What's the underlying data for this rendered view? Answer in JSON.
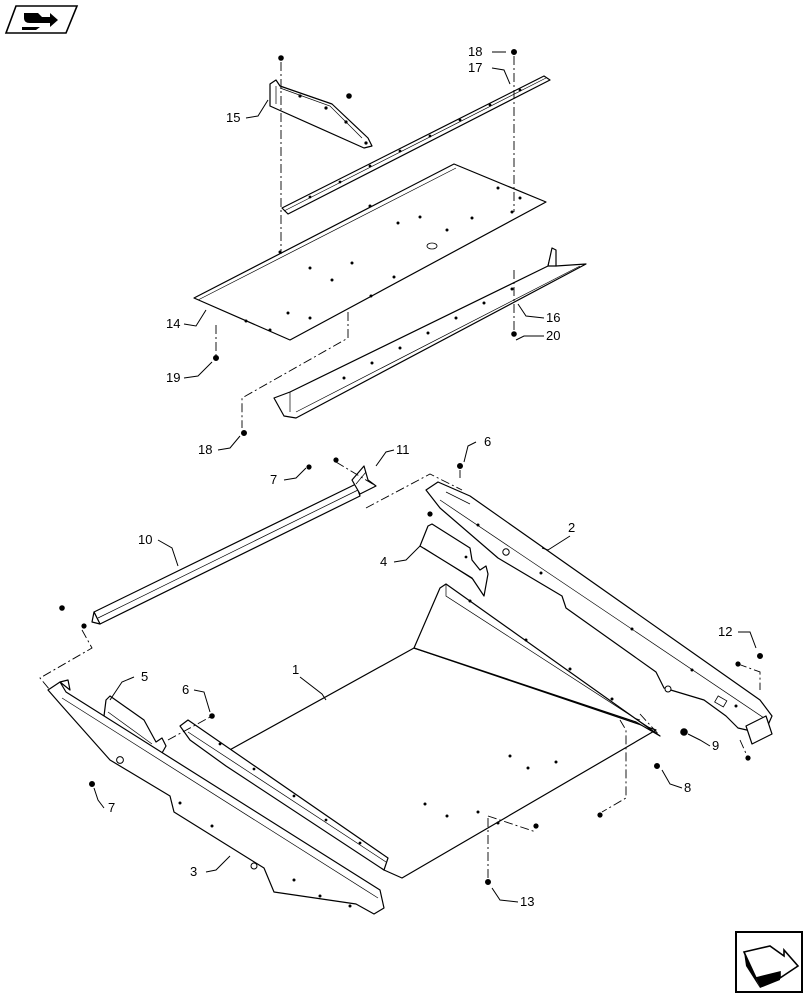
{
  "diagram": {
    "callouts": [
      {
        "id": "c1",
        "label": "1"
      },
      {
        "id": "c2",
        "label": "2"
      },
      {
        "id": "c3",
        "label": "3"
      },
      {
        "id": "c4",
        "label": "4"
      },
      {
        "id": "c5",
        "label": "5"
      },
      {
        "id": "c6a",
        "label": "6"
      },
      {
        "id": "c6b",
        "label": "6"
      },
      {
        "id": "c7a",
        "label": "7"
      },
      {
        "id": "c7b",
        "label": "7"
      },
      {
        "id": "c8",
        "label": "8"
      },
      {
        "id": "c9",
        "label": "9"
      },
      {
        "id": "c10",
        "label": "10"
      },
      {
        "id": "c11",
        "label": "11"
      },
      {
        "id": "c12",
        "label": "12"
      },
      {
        "id": "c13",
        "label": "13"
      },
      {
        "id": "c14",
        "label": "14"
      },
      {
        "id": "c15",
        "label": "15"
      },
      {
        "id": "c16",
        "label": "16"
      },
      {
        "id": "c17",
        "label": "17"
      },
      {
        "id": "c18a",
        "label": "18"
      },
      {
        "id": "c18b",
        "label": "18"
      },
      {
        "id": "c19",
        "label": "19"
      },
      {
        "id": "c20",
        "label": "20"
      }
    ]
  },
  "icons": {
    "top_left": "book-arrow-icon",
    "bottom_right": "next-page-arrow-icon"
  }
}
